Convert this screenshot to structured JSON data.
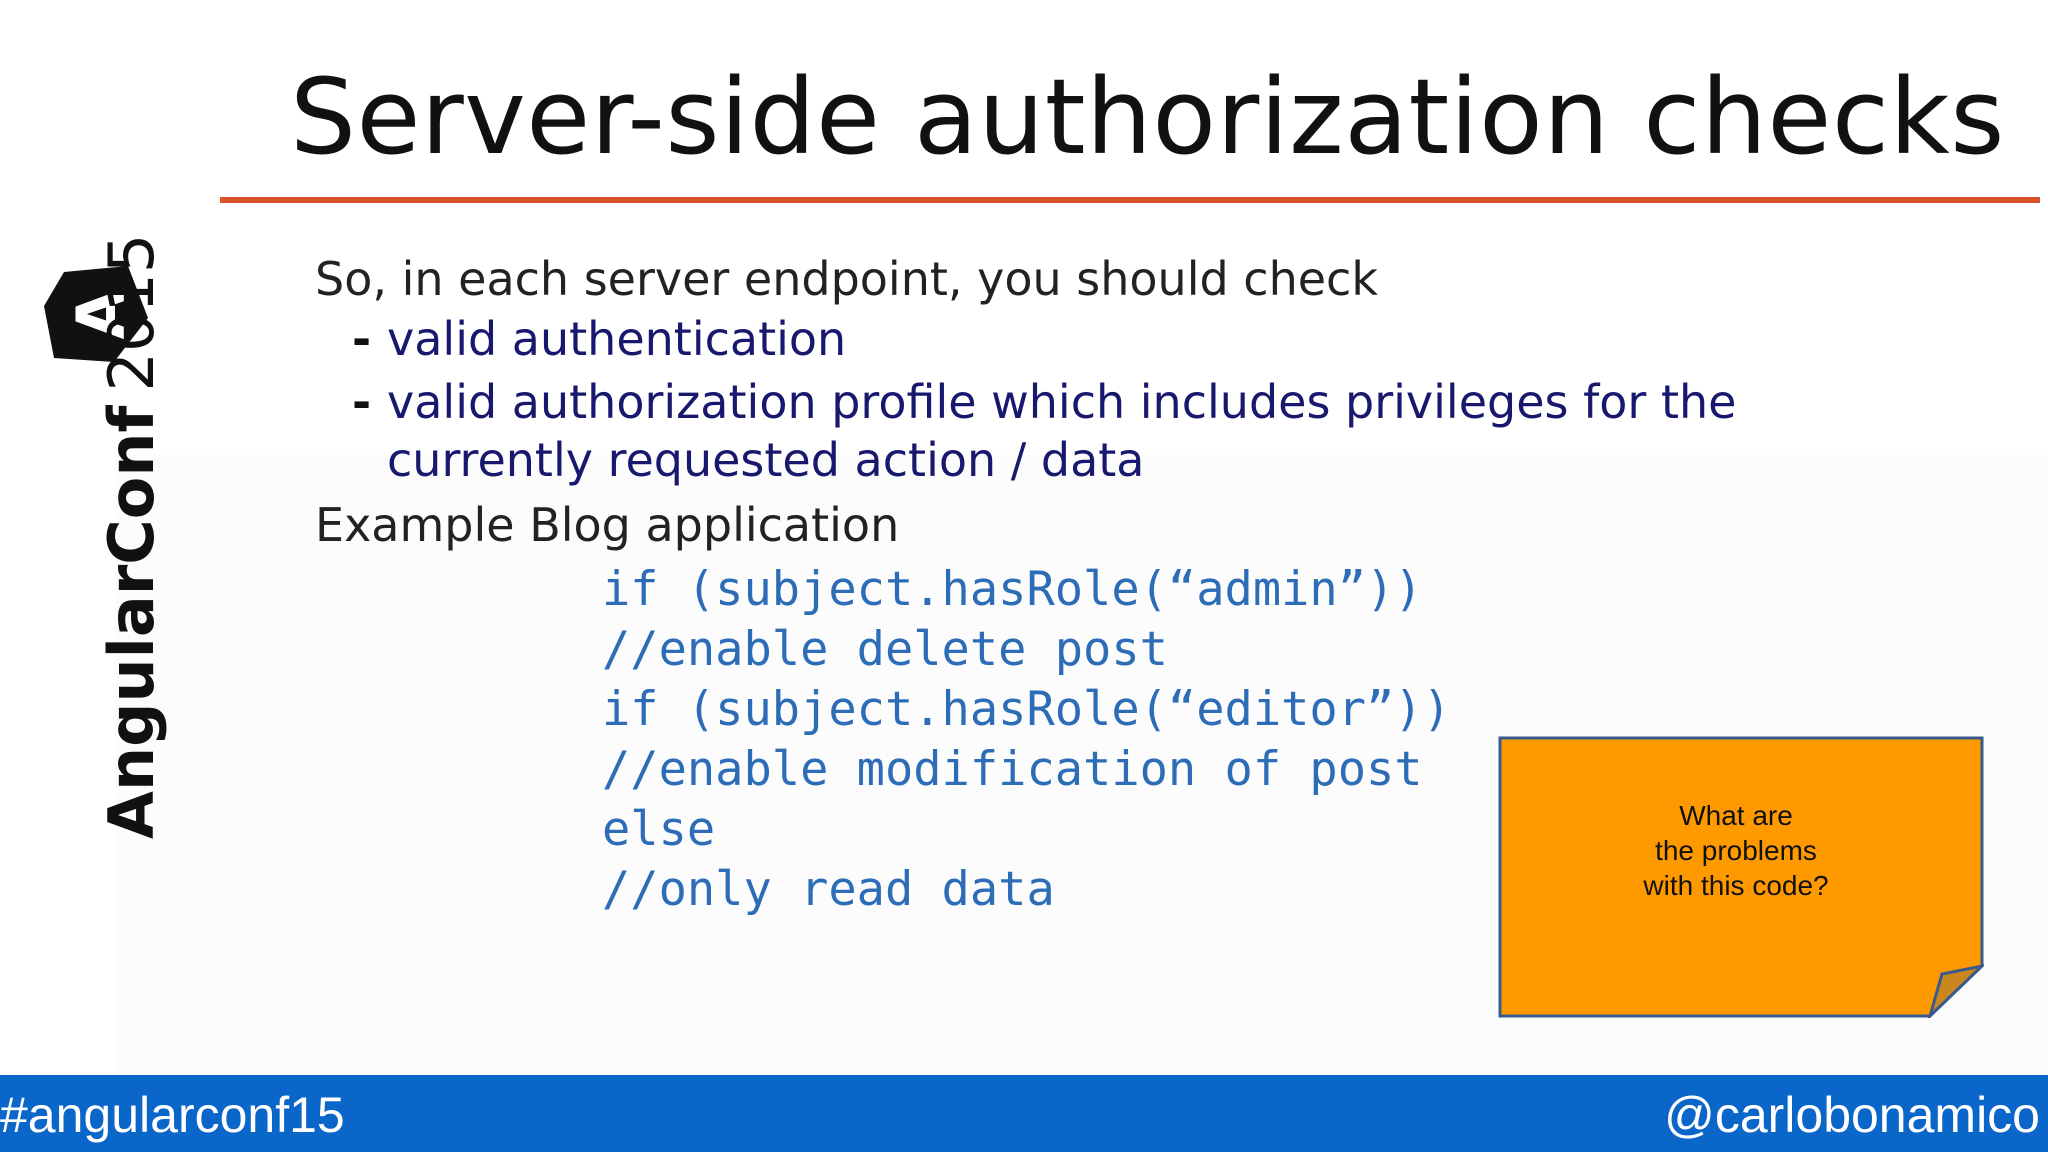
{
  "slide": {
    "title": "Server-side authorization checks",
    "intro": "So, in each server endpoint, you should check",
    "bullets": [
      {
        "marker": "-",
        "lines": [
          "valid authentication"
        ]
      },
      {
        "marker": "-",
        "lines": [
          "valid authorization profile which includes privileges for the",
          "currently requested action / data"
        ]
      }
    ],
    "example_label": "Example Blog application",
    "code_lines": [
      "if (subject.hasRole(“admin”))",
      "//enable delete post",
      "if (subject.hasRole(“editor”))",
      "//enable modification of post",
      "else",
      "//only read data"
    ],
    "sticky_note": {
      "lines": [
        "What are",
        "the problems",
        "with this code?"
      ],
      "color": "#ff9900"
    }
  },
  "logo": {
    "brand": "AngularConf",
    "year": "2015",
    "icon": "angular-shield-icon"
  },
  "footer": {
    "hashtag": "#angularconf15",
    "handle": "@carlobonamico",
    "color": "#0b66c9"
  },
  "colors": {
    "title_rule": "#d8532a",
    "bullet_text": "#17186e",
    "code": "#2d6db8"
  }
}
